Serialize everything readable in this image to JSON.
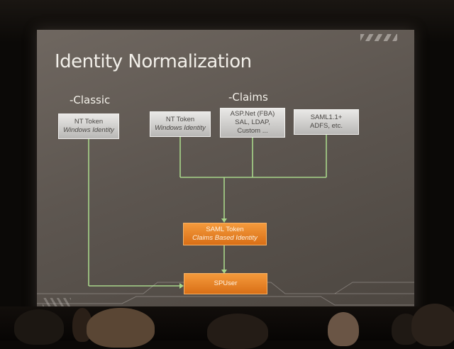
{
  "slide": {
    "title": "Identity Normalization",
    "classic_heading": "-Classic",
    "claims_heading": "-Claims",
    "boxes": {
      "classic_nt": {
        "line1": "NT Token",
        "line2": "Windows Identity"
      },
      "claims_nt": {
        "line1": "NT Token",
        "line2": "Windows Identity"
      },
      "aspnet": {
        "line1": "ASP.Net (FBA)",
        "line2": "SAL, LDAP,",
        "line3": "Custom ..."
      },
      "saml11": {
        "line1": "SAML1.1+",
        "line2": "ADFS, etc."
      },
      "saml_token": {
        "line1": "SAML Token",
        "line2": "Claims Based Identity"
      },
      "spuser": {
        "line1": "SPUser"
      }
    },
    "colors": {
      "connector": "#a8d68a",
      "orange_box": "#e9822a",
      "gray_box": "#d6d5d3"
    }
  }
}
